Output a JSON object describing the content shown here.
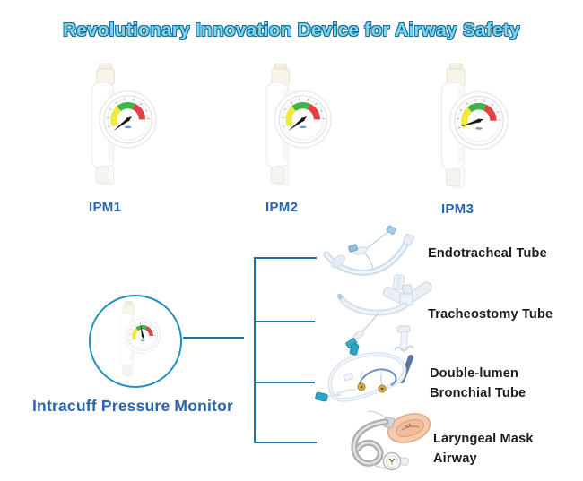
{
  "title": "Revolutionary Innovation Device for Airway Safety",
  "devices": [
    {
      "label": "IPM1"
    },
    {
      "label": "IPM2"
    },
    {
      "label": "IPM3"
    }
  ],
  "monitor": {
    "label": "Intracuff Pressure Monitor"
  },
  "products": [
    {
      "name": "Endotracheal Tube",
      "lines": [
        "Endotracheal Tube"
      ]
    },
    {
      "name": "Tracheostomy Tube",
      "lines": [
        "Tracheostomy Tube"
      ]
    },
    {
      "name": "Double-lumen Bronchial Tube",
      "lines": [
        "Double-lumen",
        "Bronchial Tube"
      ]
    },
    {
      "name": "Laryngeal Mask Airway",
      "lines": [
        "Laryngeal Mask",
        "Airway"
      ]
    }
  ],
  "gauge": {
    "zone_colors": {
      "low": "#f2e93f",
      "normal": "#3fb549",
      "high": "#e04343"
    },
    "needle_color": "#161616"
  },
  "colors": {
    "accent_blue": "#2765b0",
    "line_teal": "#1e74a4",
    "circle_blue": "#2090c0",
    "title_fill": "#7bd7ee",
    "title_outline": "#1b6b96"
  }
}
